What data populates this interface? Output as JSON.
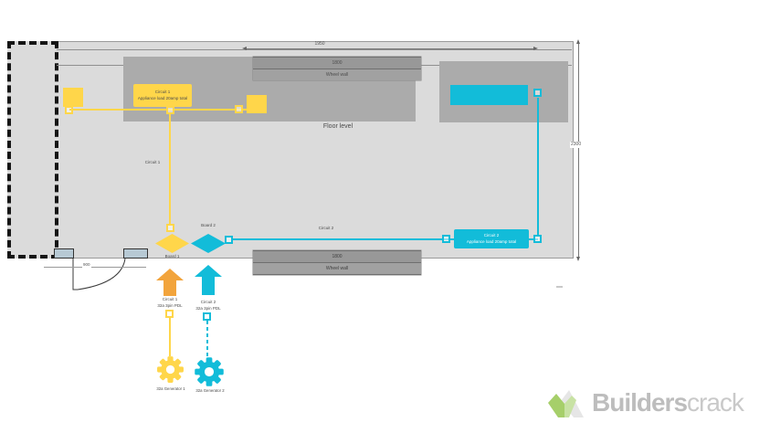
{
  "plan": {
    "floor_label": "Floor level",
    "dim_top": "1950",
    "dim_right": "2300",
    "dim_door": "900",
    "top_wall": {
      "width": "1800",
      "name": "Wheel wall"
    },
    "bottom_wall": {
      "width": "1800",
      "name": "Wheel wall"
    }
  },
  "circuit1": {
    "appliance_title": "Circuit 1",
    "appliance_subtitle": "Appliance load 20amp total",
    "wire_label": "Circuit 1",
    "board_label": "Board 1",
    "supply_title": "Circuit 1",
    "supply_subtitle": "32a 3pin PDL",
    "generator_label": "32a Generator 1"
  },
  "circuit2": {
    "appliance_title": "Circuit 2",
    "appliance_subtitle": "Appliance load 20amp total",
    "wire_label": "Circuit 2",
    "board_label": "Board 2",
    "supply_title": "Circuit 2",
    "supply_subtitle": "32a 3pin PDL",
    "generator_label": "32a Generator 2"
  },
  "colors": {
    "circuit1": "#FFD64A",
    "circuit1_arrow": "#F2A43C",
    "circuit2": "#12BCD9",
    "logo_green": "#a6cf6a"
  },
  "logo": {
    "bold": "Builders",
    "light": "crack"
  }
}
